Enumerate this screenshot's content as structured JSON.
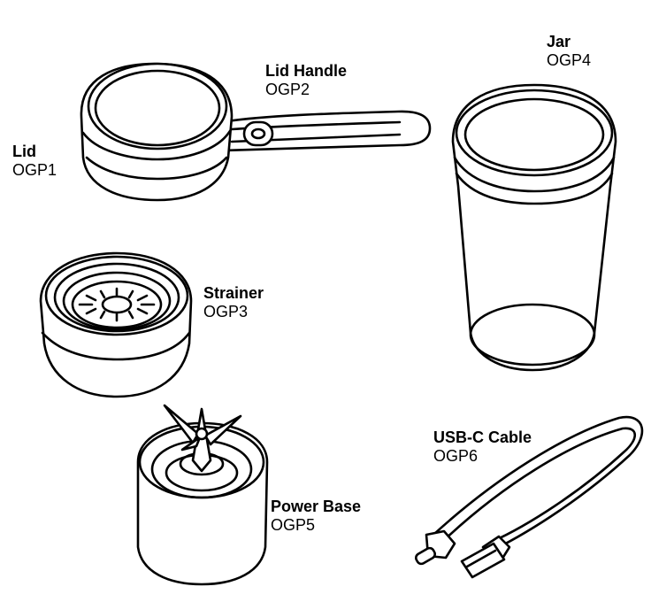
{
  "parts": [
    {
      "id": "lid",
      "name": "Lid",
      "code": "OGP1"
    },
    {
      "id": "lid-handle",
      "name": "Lid Handle",
      "code": "OGP2"
    },
    {
      "id": "strainer",
      "name": "Strainer",
      "code": "OGP3"
    },
    {
      "id": "jar",
      "name": "Jar",
      "code": "OGP4"
    },
    {
      "id": "power-base",
      "name": "Power Base",
      "code": "OGP5"
    },
    {
      "id": "usb-c-cable",
      "name": "USB-C Cable",
      "code": "OGP6"
    }
  ]
}
